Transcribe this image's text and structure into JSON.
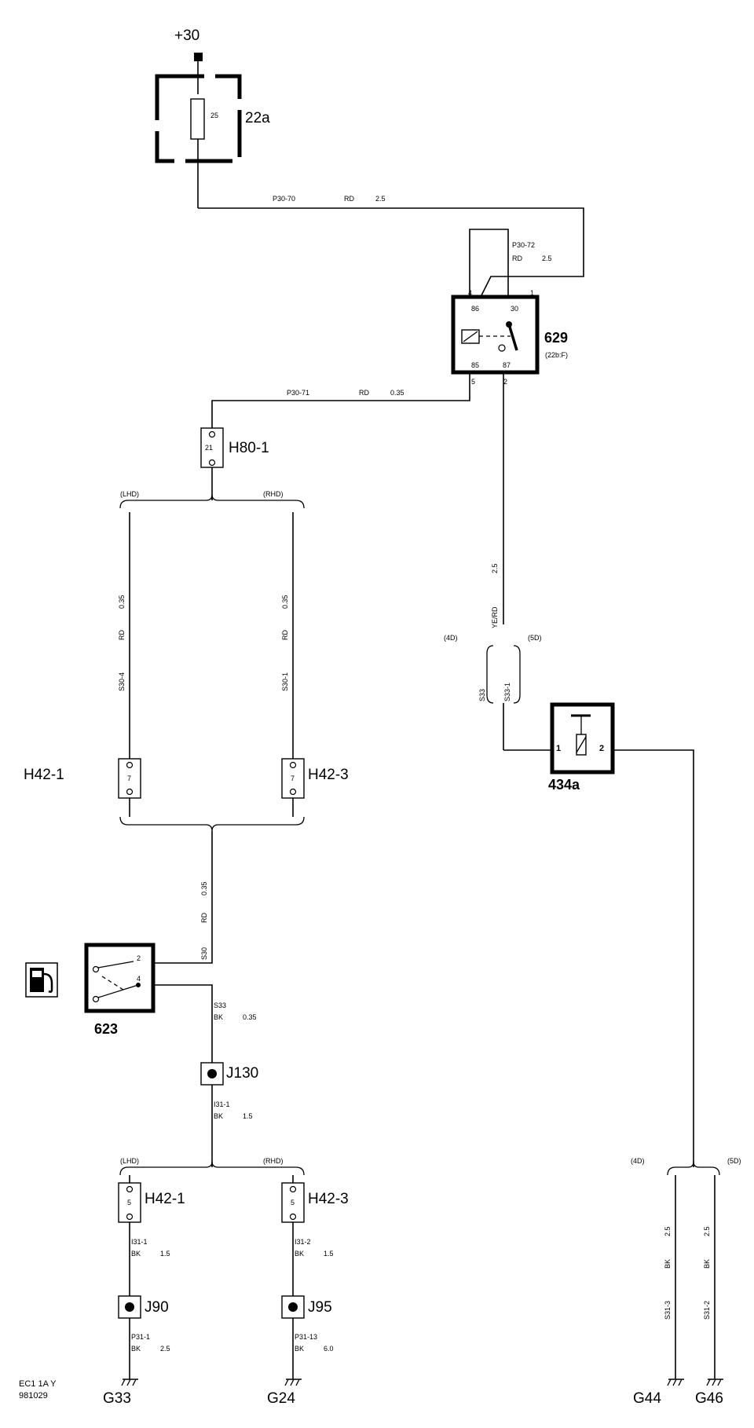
{
  "supply": {
    "terminal": "+30"
  },
  "fuse": {
    "id": "22a",
    "rating": "25"
  },
  "wires": {
    "w_p30_70": {
      "code": "P30-70",
      "color": "RD",
      "size": "2.5"
    },
    "w_p30_72": {
      "code": "P30-72",
      "color": "RD",
      "size": "2.5"
    },
    "w_p30_71": {
      "code": "P30-71",
      "color": "RD",
      "size": "0.35"
    },
    "w_s30_4": {
      "code": "S30-4",
      "color": "RD",
      "size": "0.35"
    },
    "w_s30_1": {
      "code": "S30-1",
      "color": "RD",
      "size": "0.35"
    },
    "w_s30": {
      "code": "S30",
      "color": "RD",
      "size": "0.35"
    },
    "w_yerd": {
      "color": "YE/RD",
      "size": "2.5"
    },
    "w_s33_a": {
      "code": "S33"
    },
    "w_s33_1": {
      "code": "S33-1"
    },
    "w_s33_b": {
      "code": "S33",
      "color": "BK",
      "size": "0.35"
    },
    "w_i31_1": {
      "code": "I31-1",
      "color": "BK",
      "size": "1.5"
    },
    "w_i31_1b": {
      "code": "I31-1",
      "color": "BK",
      "size": "1.5"
    },
    "w_i31_2": {
      "code": "I31-2",
      "color": "BK",
      "size": "1.5"
    },
    "w_p31_1": {
      "code": "P31-1",
      "color": "BK",
      "size": "2.5"
    },
    "w_p31_13": {
      "code": "P31-13",
      "color": "BK",
      "size": "6.0"
    },
    "w_s31_3": {
      "code": "S31-3",
      "color": "BK",
      "size": "2.5"
    },
    "w_s31_2": {
      "code": "S31-2",
      "color": "BK",
      "size": "2.5"
    }
  },
  "relay": {
    "id": "629",
    "location": "(22b:F)",
    "pins": {
      "p4": "4",
      "p1": "1",
      "p5": "5",
      "p2": "2"
    },
    "terminals": {
      "t86": "86",
      "t30": "30",
      "t85": "85",
      "t87": "87"
    }
  },
  "connectors": {
    "h80_1": {
      "id": "H80-1",
      "pin": "21"
    },
    "h42_1_top": {
      "id": "H42-1",
      "pin": "7"
    },
    "h42_3_top": {
      "id": "H42-3",
      "pin": "7"
    },
    "h42_1_bot": {
      "id": "H42-1",
      "pin": "5"
    },
    "h42_3_bot": {
      "id": "H42-3",
      "pin": "5"
    }
  },
  "variants": {
    "lhd": "(LHD)",
    "rhd": "(RHD)",
    "d4": "(4D)",
    "d5": "(5D)"
  },
  "switch_434a": {
    "id": "434a",
    "pin1": "1",
    "pin2": "2"
  },
  "switch_623": {
    "id": "623",
    "pin2": "2",
    "pin4": "4"
  },
  "junctions": {
    "j130": "J130",
    "j90": "J90",
    "j95": "J95"
  },
  "grounds": {
    "g33": "G33",
    "g24": "G24",
    "g44": "G44",
    "g46": "G46"
  },
  "footer": {
    "code": "EC1    1A   Y",
    "date": "981029"
  },
  "icons": {
    "fuel": "fuel-pump-icon"
  }
}
